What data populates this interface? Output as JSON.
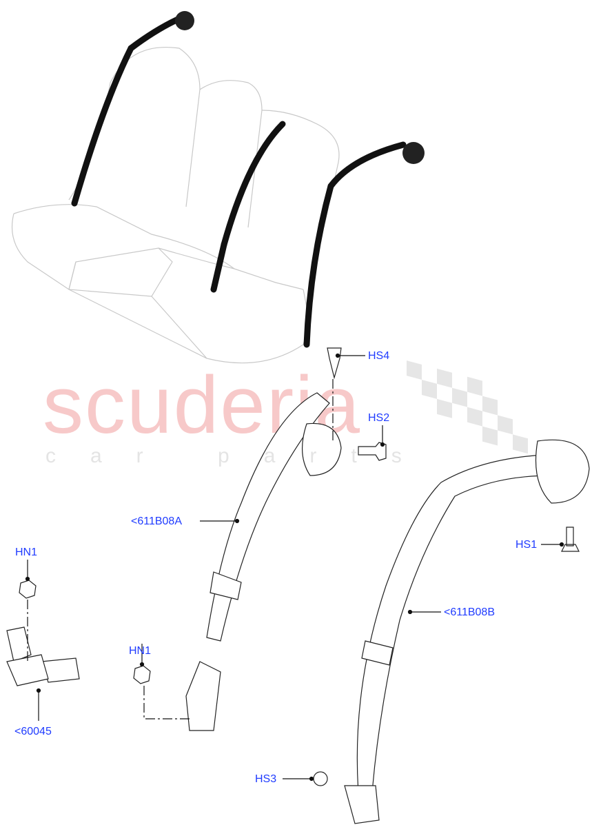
{
  "watermark": {
    "brand": "scuderia",
    "tagline": "car parts",
    "brand_color": "#f7c9c9"
  },
  "label_color": "#1f3bff",
  "callouts": [
    {
      "id": "HS4",
      "text": "HS4"
    },
    {
      "id": "HS2",
      "text": "HS2"
    },
    {
      "id": "611B08A",
      "text": "<611B08A"
    },
    {
      "id": "HN1-left",
      "text": "HN1"
    },
    {
      "id": "HN1-center",
      "text": "HN1"
    },
    {
      "id": "60045",
      "text": "<60045"
    },
    {
      "id": "HS1",
      "text": "HS1"
    },
    {
      "id": "611B08B",
      "text": "<611B08B"
    },
    {
      "id": "HS3",
      "text": "HS3"
    }
  ]
}
